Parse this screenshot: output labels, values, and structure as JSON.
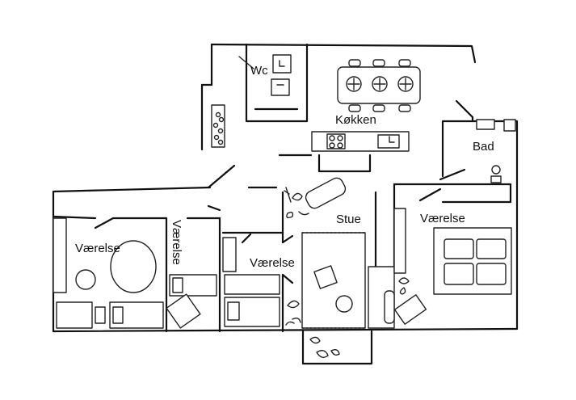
{
  "rooms": {
    "wc": "Wc",
    "kitchen": "Køkken",
    "bath": "Bad",
    "living": "Stue",
    "bedroom_left": "Værelse",
    "bedroom_small": "Værelse",
    "bedroom_middle": "Værelse",
    "bedroom_right": "Værelse"
  },
  "icons": [
    "plant-icon",
    "stove-icon",
    "sink-icon",
    "toilet-icon",
    "bed-icon",
    "chair-icon",
    "sofa-icon",
    "table-icon"
  ]
}
